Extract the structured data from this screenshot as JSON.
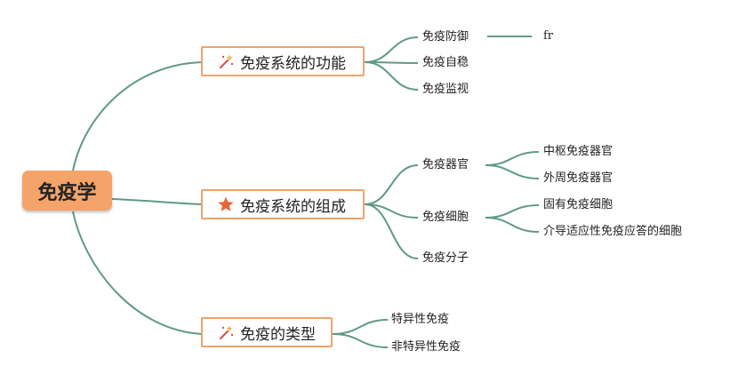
{
  "root": "免疫学",
  "branches": [
    {
      "label": "免疫系统的功能",
      "icon": "magic-wand-icon",
      "children": [
        {
          "label": "免疫防御",
          "children": [
            "fr"
          ]
        },
        {
          "label": "免疫自稳",
          "children": []
        },
        {
          "label": "免疫监视",
          "children": []
        }
      ]
    },
    {
      "label": "免疫系统的组成",
      "icon": "star-icon",
      "children": [
        {
          "label": "免疫器官",
          "children": [
            "中枢免疫器官",
            "外周免疫器官"
          ]
        },
        {
          "label": "免疫细胞",
          "children": [
            "固有免疫细胞",
            "介导适应性免疫应答的细胞"
          ]
        },
        {
          "label": "免疫分子",
          "children": []
        }
      ]
    },
    {
      "label": "免疫的类型",
      "icon": "magic-wand-icon",
      "children": [
        {
          "label": "特异性免疫",
          "children": []
        },
        {
          "label": "非特异性免疫",
          "children": []
        }
      ]
    }
  ],
  "colors": {
    "edge": "#5f9a86",
    "root_fill": "#f4a46a",
    "box_border": "#eda46b",
    "star": "#e8663c",
    "wand": "#d9534f"
  }
}
